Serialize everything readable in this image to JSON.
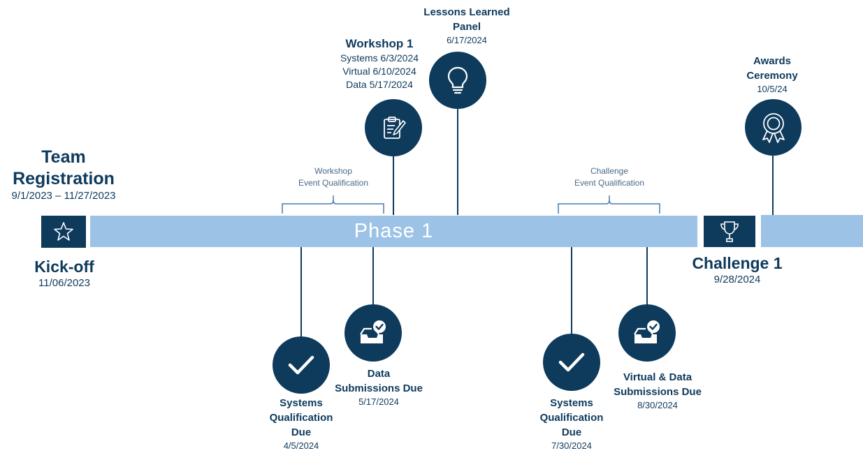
{
  "team_registration": {
    "title_line1": "Team",
    "title_line2": "Registration",
    "date": "9/1/2023 – 11/27/2023"
  },
  "kickoff": {
    "title": "Kick-off",
    "date": "11/06/2023"
  },
  "phase": {
    "label": "Phase 1"
  },
  "workshop": {
    "title": "Workshop 1",
    "line1": "Systems 6/3/2024",
    "line2": "Virtual 6/10/2024",
    "line3": "Data 5/17/2024"
  },
  "lessons": {
    "title_line1": "Lessons Learned",
    "title_line2": "Panel",
    "date": "6/17/2024"
  },
  "workshop_qual": {
    "line1": "Workshop",
    "line2": "Event Qualification"
  },
  "challenge_qual": {
    "line1": "Challenge",
    "line2": "Event Qualification"
  },
  "awards": {
    "title_line1": "Awards",
    "title_line2": "Ceremony",
    "date": "10/5/24"
  },
  "challenge": {
    "title": "Challenge 1",
    "date": "9/28/2024"
  },
  "sys_qual_1": {
    "line1": "Systems",
    "line2": "Qualification",
    "line3": "Due",
    "date": "4/5/2024"
  },
  "data_sub": {
    "line1": "Data",
    "line2": "Submissions Due",
    "date": "5/17/2024"
  },
  "sys_qual_2": {
    "line1": "Systems",
    "line2": "Qualification",
    "line3": "Due",
    "date": "7/30/2024"
  },
  "vd_sub": {
    "line1": "Virtual & Data",
    "line2": "Submissions Due",
    "date": "8/30/2024"
  },
  "colors": {
    "navy": "#0e3a5c",
    "bar": "#9cc3e6",
    "bracket": "#4a7ab0"
  }
}
